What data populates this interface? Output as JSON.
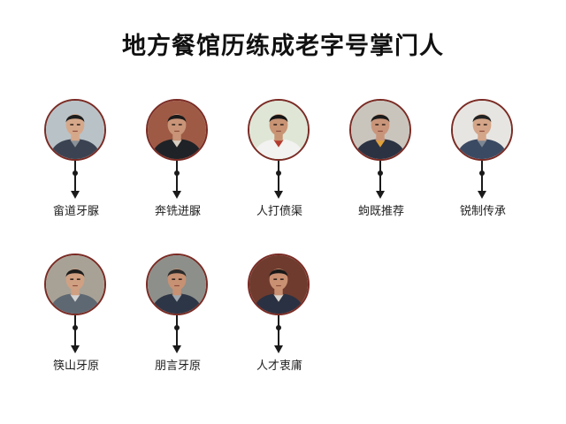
{
  "title": "地方餐馆历练成老字号掌门人",
  "colors": {
    "ring": "#7a2b24",
    "line": "#1a1a1a",
    "background": "#ffffff"
  },
  "people": [
    {
      "label": "畲道牙脲",
      "icon": "chef-portrait-icon"
    },
    {
      "label": "奔铣迸脲",
      "icon": "chef-portrait-icon"
    },
    {
      "label": "人打偾渠",
      "icon": "chef-portrait-icon"
    },
    {
      "label": "蚼既推荐",
      "icon": "chef-portrait-icon"
    },
    {
      "label": "锐制传承",
      "icon": "chef-portrait-icon"
    },
    {
      "label": "筷山牙原",
      "icon": "chef-portrait-icon"
    },
    {
      "label": "朋言牙原",
      "icon": "chef-portrait-icon"
    },
    {
      "label": "人才衷庯",
      "icon": "chef-portrait-icon"
    }
  ]
}
